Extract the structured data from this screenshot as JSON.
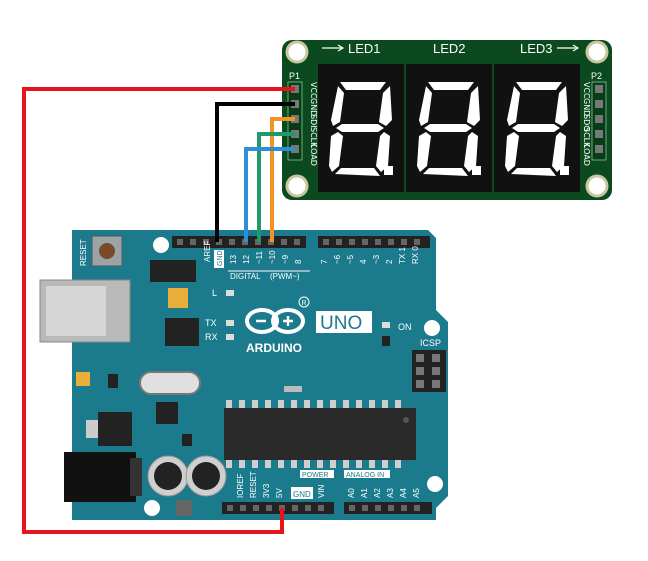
{
  "display_module": {
    "top_labels": [
      "LED1",
      "LED2",
      "LED3"
    ],
    "left_header": "P1",
    "right_header": "P2",
    "left_pins": [
      "VCC",
      "GND",
      "SDI",
      "SCLK",
      "LOAD"
    ],
    "right_pins": [
      "VCC",
      "GND",
      "SDO",
      "SCLK",
      "LOAD"
    ]
  },
  "arduino": {
    "reset_label": "RESET",
    "aref_label": "AREF",
    "gnd_top_label": "GND",
    "digital_pins": [
      "13",
      "12",
      "~11",
      "~10",
      "~9",
      "8",
      "7",
      "~6",
      "~5",
      "4",
      "~3",
      "2",
      "TX 1",
      "RX 0"
    ],
    "digital_label": "DIGITAL",
    "pwm_label": "(PWM~)",
    "led_l": "L",
    "led_tx": "TX",
    "led_rx": "RX",
    "logo_text": "ARDUINO",
    "uno_text": "UNO",
    "registered": "R",
    "on_label": "ON",
    "icsp_label": "ICSP",
    "power_label": "POWER",
    "analog_label": "ANALOG IN",
    "power_pins": [
      "IOREF",
      "RESET",
      "3V3",
      "5V",
      "GND",
      "VIN"
    ],
    "analog_pins": [
      "A0",
      "A1",
      "A2",
      "A3",
      "A4",
      "A5"
    ]
  },
  "wires": {
    "vcc_color": "#e8141c",
    "gnd_color": "#000000",
    "sdi_color": "#f39324",
    "sclk_color": "#1f9a6c",
    "load_color": "#2f8fd6"
  },
  "colors": {
    "board": "#1b7a8c",
    "module_pcb": "#0b4a1e",
    "segment_bg": "#111111",
    "segment_on": "#ffffff"
  }
}
